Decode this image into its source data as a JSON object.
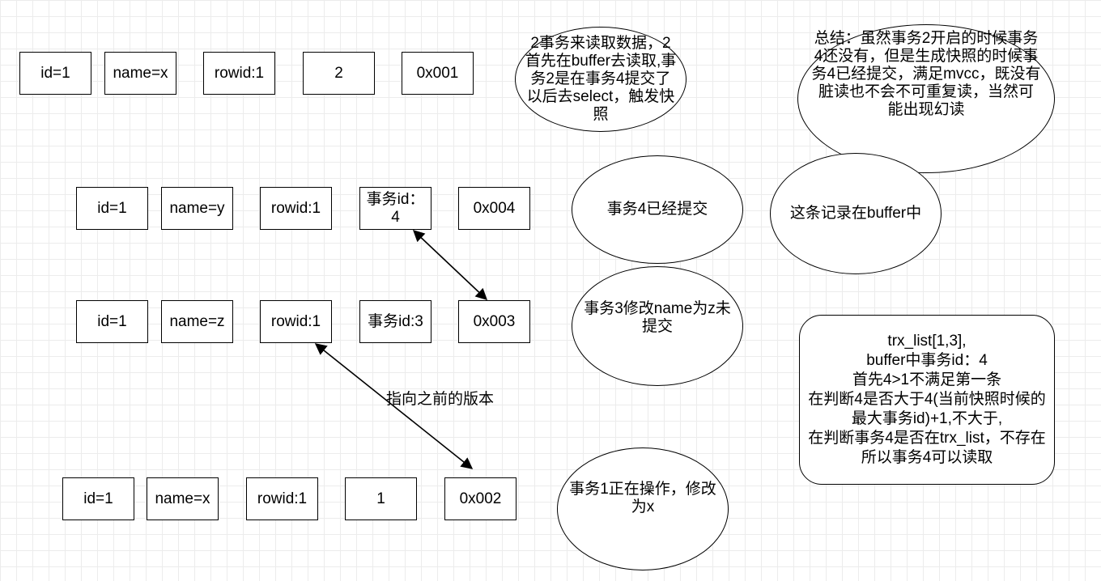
{
  "rows": [
    {
      "id": "row-top",
      "cells": [
        "id=1",
        "name=x",
        "rowid:1",
        "2",
        "0x001"
      ]
    },
    {
      "id": "row-second",
      "cells": [
        "id=1",
        "name=y",
        "rowid:1",
        "事务id：\n4",
        "0x004"
      ]
    },
    {
      "id": "row-third",
      "cells": [
        "id=1",
        "name=z",
        "rowid:1",
        "事务id:3",
        "0x003"
      ]
    },
    {
      "id": "row-bottom",
      "cells": [
        "id=1",
        "name=x",
        "rowid:1",
        "1",
        "0x002"
      ]
    }
  ],
  "notes": {
    "read_note": "2事务来读取数据，2首先在buffer去读取,事务2是在事务4提交了以后去select，触发快照",
    "summary_note": "总结：虽然事务2开启的时候事务4还没有，但是生成快照的时候事务4已经提交，满足mvcc，既没有脏读也不会不可重复读，当然可能出现幻读",
    "tx4_committed": "事务4已经提交",
    "in_buffer": "这条记录在buffer中",
    "tx3_modify": "事务3修改name为z未提交",
    "tx1_modify": "事务1正在操作，修改为x"
  },
  "rule_box": {
    "text": "trx_list[1,3],\nbuffer中事务id：4\n首先4>1不满足第一条\n在判断4是否大于4(当前快照时候的最大事务id)+1,不大于,\n在判断事务4是否在trx_list，不存在所以事务4可以读取"
  },
  "arrow_label": "指向之前的版本",
  "colors": {
    "stroke": "#000000",
    "grid": "#ececec",
    "background": "#ffffff"
  }
}
